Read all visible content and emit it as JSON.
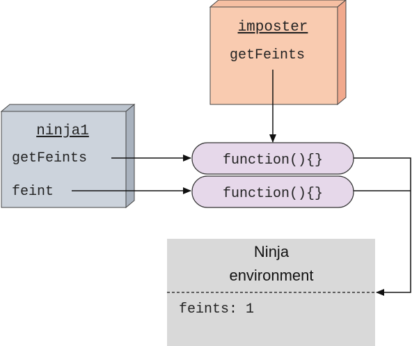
{
  "imposter": {
    "title": "imposter",
    "property": "getFeints"
  },
  "ninja1": {
    "title": "ninja1",
    "properties": [
      "getFeints",
      "feint"
    ]
  },
  "functions": [
    "function(){}",
    "function(){}"
  ],
  "environment": {
    "title_line1": "Ninja",
    "title_line2": "environment",
    "variable": "feints: 1"
  },
  "colors": {
    "imposter_front": "#f9cbb0",
    "imposter_side": "#f1a98d",
    "ninja_front": "#ccd3dc",
    "ninja_side": "#a9b2be",
    "function_fill": "#e6d8ea",
    "environment_fill": "#d9d9d9"
  }
}
